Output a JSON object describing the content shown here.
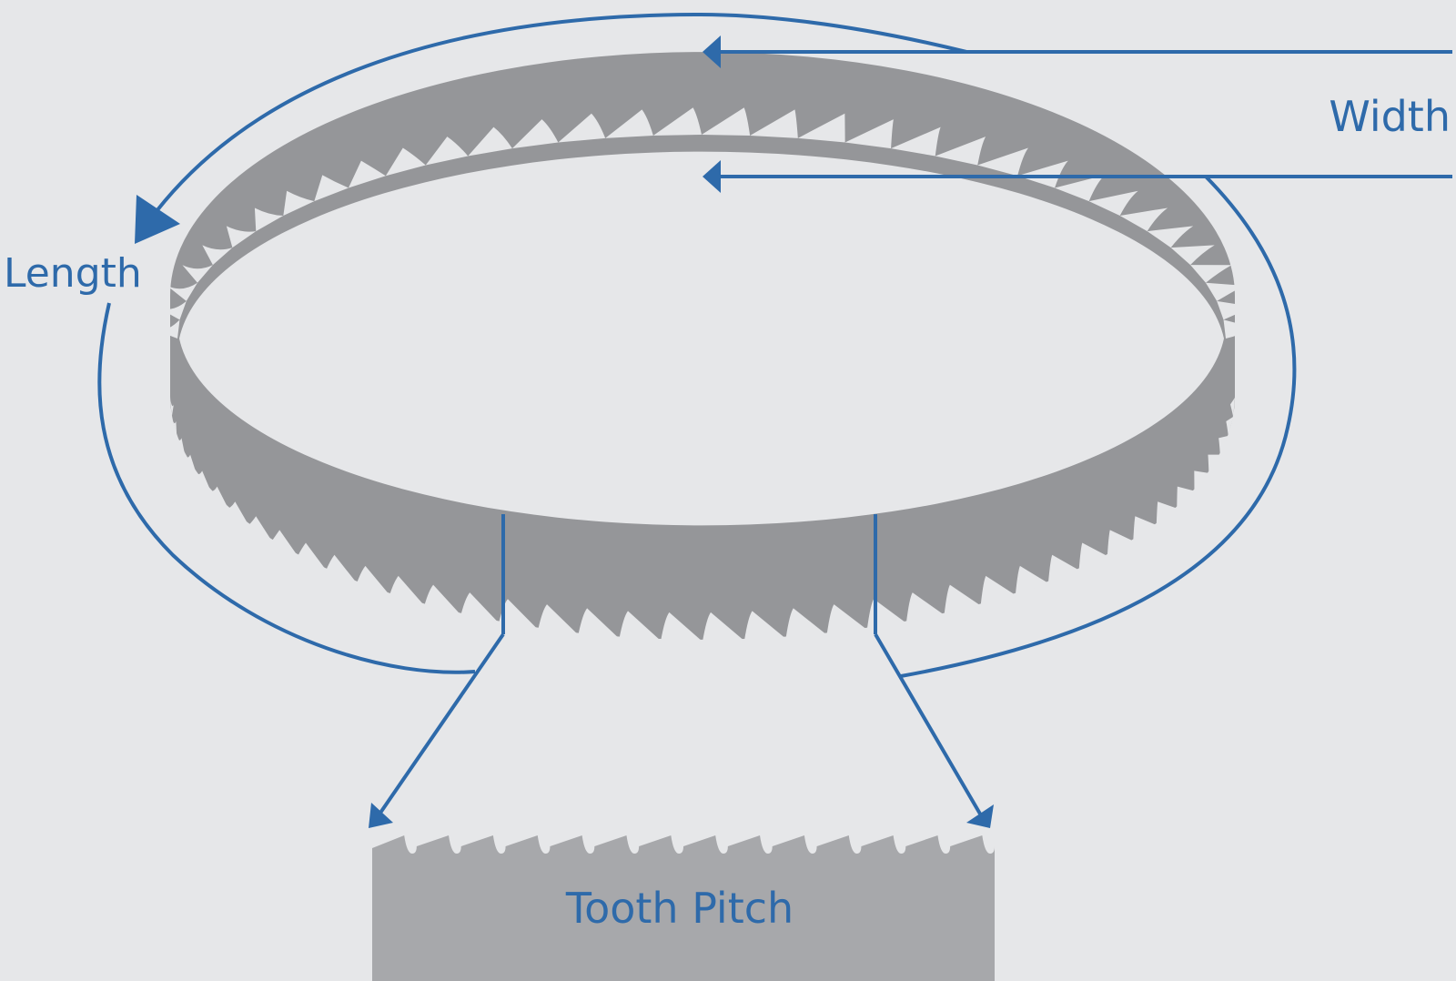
{
  "labels": {
    "width": "Width",
    "length": "Length",
    "tooth_pitch": "Tooth Pitch"
  },
  "colors": {
    "background": "#e6e7e9",
    "blade": "#959699",
    "blade_detail": "#a7a8ab",
    "accent": "#2e6aaa"
  }
}
